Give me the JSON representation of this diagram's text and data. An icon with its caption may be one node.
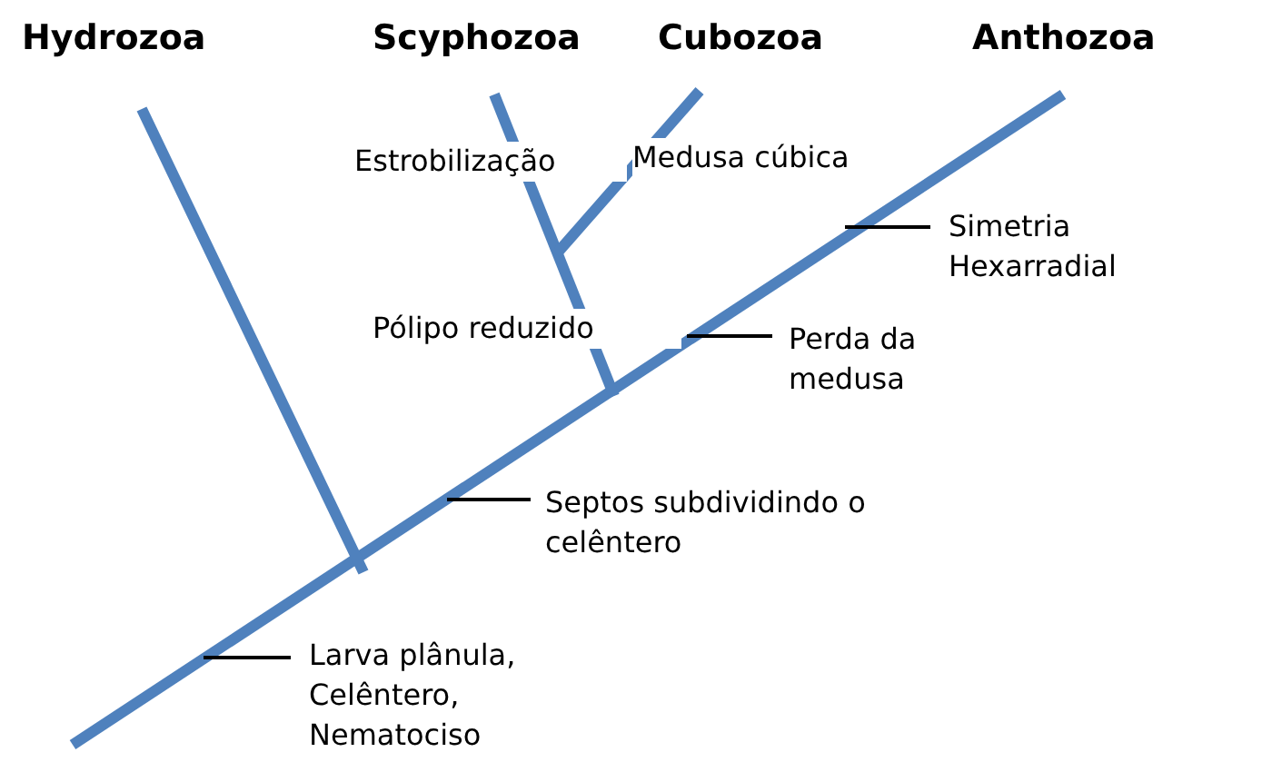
{
  "diagram": {
    "labels": [
      "Hydrozoa",
      "Scyphozoa",
      "Cubozoa",
      "Anthozoa",
      "Estrobilização",
      "Medusa cúbica",
      "Simetria Hexarradial",
      "Pólipo reduzido",
      "Perda da medusa",
      "Septos subdividindo o celêntero",
      "Larva plânula, Celêntero, Nematociso"
    ]
  }
}
